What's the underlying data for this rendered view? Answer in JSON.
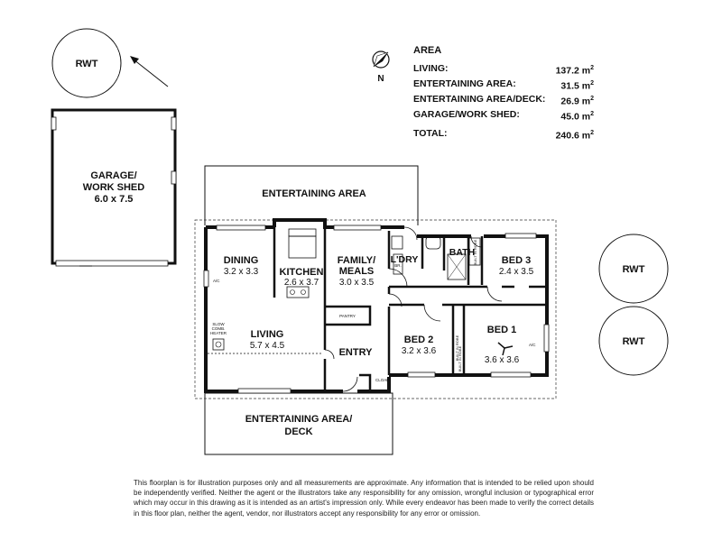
{
  "area_table": {
    "heading": "AREA",
    "rows": [
      {
        "label": "LIVING:",
        "value": "137.2 m",
        "unit_sup": "2"
      },
      {
        "label": "ENTERTAINING AREA:",
        "value": "31.5 m",
        "unit_sup": "2"
      },
      {
        "label": "ENTERTAINING AREA/DECK:",
        "value": "26.9 m",
        "unit_sup": "2"
      },
      {
        "label": "GARAGE/WORK SHED:",
        "value": "45.0 m",
        "unit_sup": "2"
      }
    ],
    "total": {
      "label": "TOTAL:",
      "value": "240.6 m",
      "unit_sup": "2"
    }
  },
  "compass": {
    "label": "N"
  },
  "tanks": [
    "RWT",
    "RWT",
    "RWT"
  ],
  "garage": {
    "name_line1": "GARAGE/",
    "name_line2": "WORK SHED",
    "dims": "6.0 x 7.5"
  },
  "outdoor": {
    "entertaining_area": "ENTERTAINING AREA",
    "deck_line1": "ENTERTAINING AREA/",
    "deck_line2": "DECK"
  },
  "rooms": {
    "dining": {
      "name": "DINING",
      "dims": "3.2 x 3.3"
    },
    "kitchen": {
      "name": "KITCHEN",
      "dims": "2.6 x 3.7"
    },
    "family": {
      "name_line1": "FAMILY/",
      "name_line2": "MEALS",
      "dims": "3.0 x 3.5"
    },
    "laundry": {
      "name": "L'DRY"
    },
    "bath": {
      "name": "BATH"
    },
    "bed3": {
      "name": "BED 3",
      "dims": "2.4 x 3.5"
    },
    "living": {
      "name": "LIVING",
      "dims": "5.7 x 4.5"
    },
    "entry": {
      "name": "ENTRY"
    },
    "bed2": {
      "name": "BED 2",
      "dims": "3.2 x 3.6"
    },
    "bed1": {
      "name": "BED 1",
      "dims": "3.6 x 3.6"
    }
  },
  "small_labels": {
    "ac": "A/C",
    "slow_comb_heater_line1": "SLOW",
    "slow_comb_heater_line2": "COMB.",
    "slow_comb_heater_line3": "HEATER",
    "pantry": "PANTRY",
    "linen": "BR.",
    "cloak": "CLOAK",
    "built_in_robe": "BUILT IN ROBE"
  },
  "disclaimer": "This floorplan is for illustration purposes only and all measurements are approximate. Any information that is intended to be relied upon should be independently verified. Neither the agent or the illustrators take any responsibility for any omission, wrongful inclusion or typographical error which may occur in this drawing as it is intended as an artist's impression only. While every endeavor has been made to verify the correct details in this floor plan, neither the agent, vendor, nor illustrators accept any responsibility for any error or omission."
}
